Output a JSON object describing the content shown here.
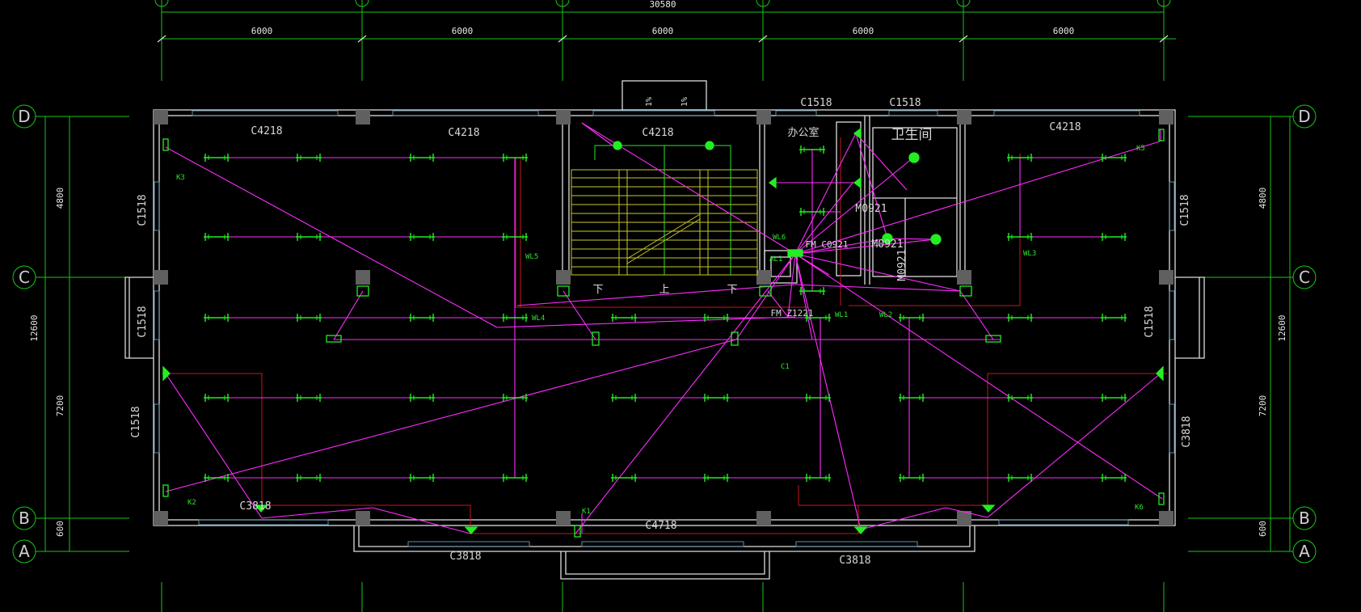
{
  "drawing": {
    "top_total": "30580",
    "bay_labels": [
      "6000",
      "6000",
      "6000",
      "6000",
      "6000"
    ],
    "side_dims_left": [
      "4800",
      "12600",
      "7200",
      "600"
    ],
    "side_dims_right": [
      "4800",
      "12600",
      "7200",
      "600"
    ],
    "axis_labels_left": [
      "D",
      "C",
      "B",
      "A"
    ],
    "axis_labels_right": [
      "D",
      "C",
      "B",
      "A"
    ],
    "window_labels": [
      "C4218",
      "C4218",
      "C4218",
      "C1518",
      "C1518",
      "C4218",
      "C1518",
      "C1518",
      "C1518",
      "C1518",
      "C1518",
      "C3818",
      "C3818",
      "C4718",
      "C3818",
      "C3818"
    ],
    "room_labels": [
      "办公室",
      "卫生间"
    ],
    "door_labels": [
      "M0921",
      "M0921",
      "M0921",
      "FM C0921",
      "FM Z1221"
    ],
    "slope_labels": [
      "1%",
      "1%"
    ],
    "stair_labels": [
      "下",
      "上",
      "下"
    ],
    "circuit_labels": [
      "WL5",
      "WL6",
      "WL4",
      "WL1",
      "WL2",
      "WL3",
      "C1",
      "AL1"
    ],
    "switch_labels": [
      "K3",
      "K2",
      "K1",
      "K5",
      "K6"
    ],
    "colors": {
      "background": "#000000",
      "grid": "#17c617",
      "wall": "#dcdcdc",
      "wiring": "#ff2cff",
      "fixture": "#22ee22",
      "stair": "#c8c82a",
      "circuit_red": "#c8191e",
      "window": "#5f8fa8"
    }
  }
}
